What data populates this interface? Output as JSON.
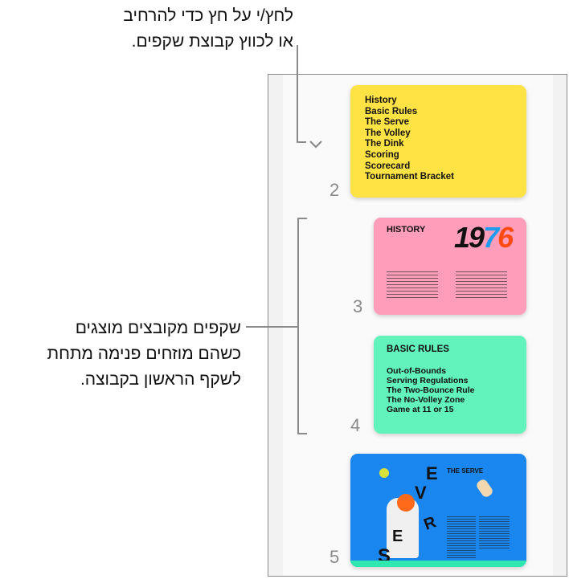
{
  "callouts": {
    "expand": [
      "לחץ/י על חץ כדי להרחיב",
      "או לכווץ קבוצת שקפים."
    ],
    "nested": [
      "שקפים מקובצים מוצגים",
      "כשהם מוזחים פנימה מתחת",
      "לשקף הראשון בקבוצה."
    ]
  },
  "slides": [
    {
      "number": "2",
      "color": "#ffe244",
      "items": [
        "History",
        "Basic Rules",
        "The Serve",
        "The Volley",
        "The Dink",
        "Scoring",
        "Scorecard",
        "Tournament Bracket"
      ]
    },
    {
      "number": "3",
      "color": "#ff9dbb",
      "title": "HISTORY",
      "year": [
        "19",
        "7",
        "6"
      ],
      "year_colors": [
        "#111111",
        "#1e9cf0",
        "#ff4a12"
      ]
    },
    {
      "number": "4",
      "color": "#62f3bc",
      "title": "BASIC RULES",
      "items": [
        "Out-of-Bounds",
        "Serving Regulations",
        "The Two-Bounce Rule",
        "The No-Volley Zone",
        "Game at 11 or 15"
      ]
    },
    {
      "number": "5",
      "color": "#1a86f0",
      "title": "THE SERVE",
      "letters": [
        "E",
        "V",
        "R",
        "E",
        "S"
      ]
    }
  ],
  "icons": {
    "collapse": "chevron-down-icon"
  }
}
